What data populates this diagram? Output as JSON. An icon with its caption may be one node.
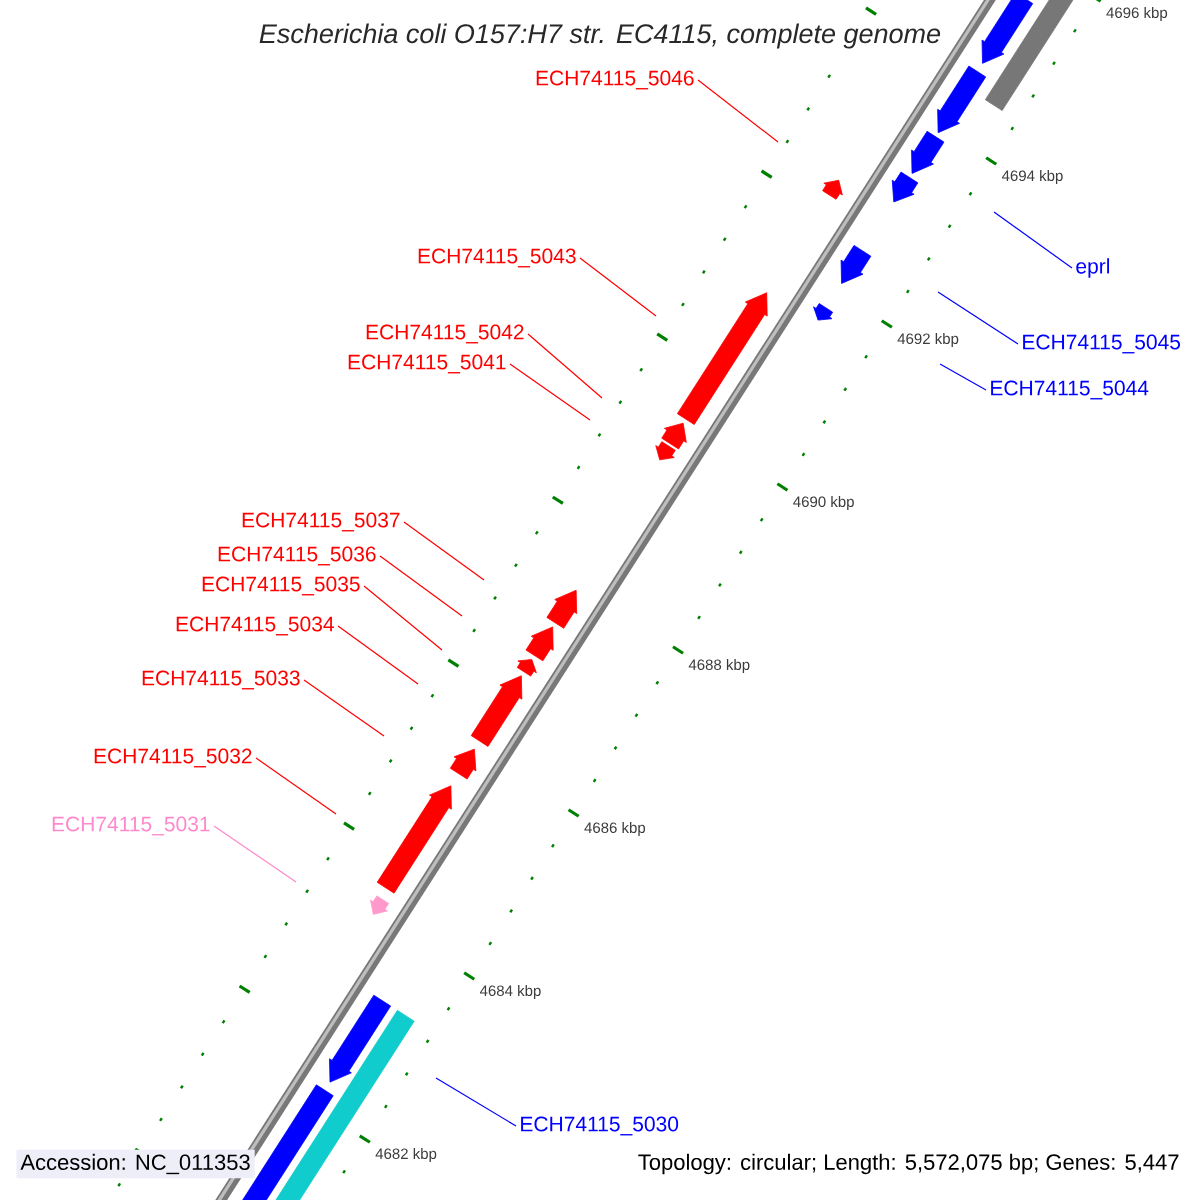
{
  "diagram": {
    "title": "Escherichia coli O157:H7 str. EC4115, complete genome",
    "nodes": [
      {
        "text": [
          "ECH74115_5046"
        ]
      },
      {
        "text": [
          "ECH74115_5043"
        ]
      },
      {
        "text": [
          "eprl"
        ]
      },
      {
        "text": [
          "ECH74115_5042"
        ]
      },
      {
        "text": [
          "ECH74115_5045"
        ]
      },
      {
        "text": [
          "ECH74115_5041"
        ]
      },
      {
        "text": [
          "ECH74115_5044"
        ]
      },
      {
        "text": [
          "ECH74115_5037"
        ]
      },
      {
        "text": [
          "ECH74115_5036"
        ]
      },
      {
        "text": [
          "ECH74115_5035"
        ]
      },
      {
        "text": [
          "ECH74115_5034"
        ]
      },
      {
        "text": [
          "ECH74115_5033"
        ]
      },
      {
        "text": [
          "ECH74115_5032"
        ]
      },
      {
        "text": [
          "ECH74115_5031"
        ]
      },
      {
        "text": [
          "ECH74115_5030"
        ]
      }
    ],
    "edges": [
      {
        "from": 0,
        "to": null,
        "arrow": "none"
      },
      {
        "from": 1,
        "to": null,
        "arrow": "none"
      },
      {
        "from": 2,
        "to": null,
        "arrow": "none",
        "color": "#0000ff"
      },
      {
        "from": 3,
        "to": null,
        "arrow": "none"
      },
      {
        "from": 4,
        "to": null,
        "arrow": "none",
        "color": "#0000ff"
      },
      {
        "from": 5,
        "to": null,
        "arrow": "none"
      },
      {
        "from": 6,
        "to": null,
        "arrow": "none",
        "color": "#0000ff"
      },
      {
        "from": 7,
        "to": null,
        "arrow": "none"
      },
      {
        "from": 8,
        "to": null,
        "arrow": "none"
      },
      {
        "from": 9,
        "to": null,
        "arrow": "none"
      },
      {
        "from": 10,
        "to": null,
        "arrow": "none"
      },
      {
        "from": 11,
        "to": null,
        "arrow": "none"
      },
      {
        "from": 12,
        "to": null,
        "arrow": "none"
      },
      {
        "from": 13,
        "to": null,
        "arrow": "none",
        "color": "#ff88cc"
      },
      {
        "from": 14,
        "to": null,
        "arrow": "none",
        "color": "#0000ff"
      }
    ],
    "labels": [
      "4696 kbp",
      "4694 kbp",
      "4692 kbp",
      "4690 kbp",
      "4688 kbp",
      "4686 kbp",
      "4684 kbp",
      "4682 kbp",
      "Accession: NC_011353",
      "Topology: circular; Length: 5,572,075 bp; Genes: 5,447"
    ]
  }
}
